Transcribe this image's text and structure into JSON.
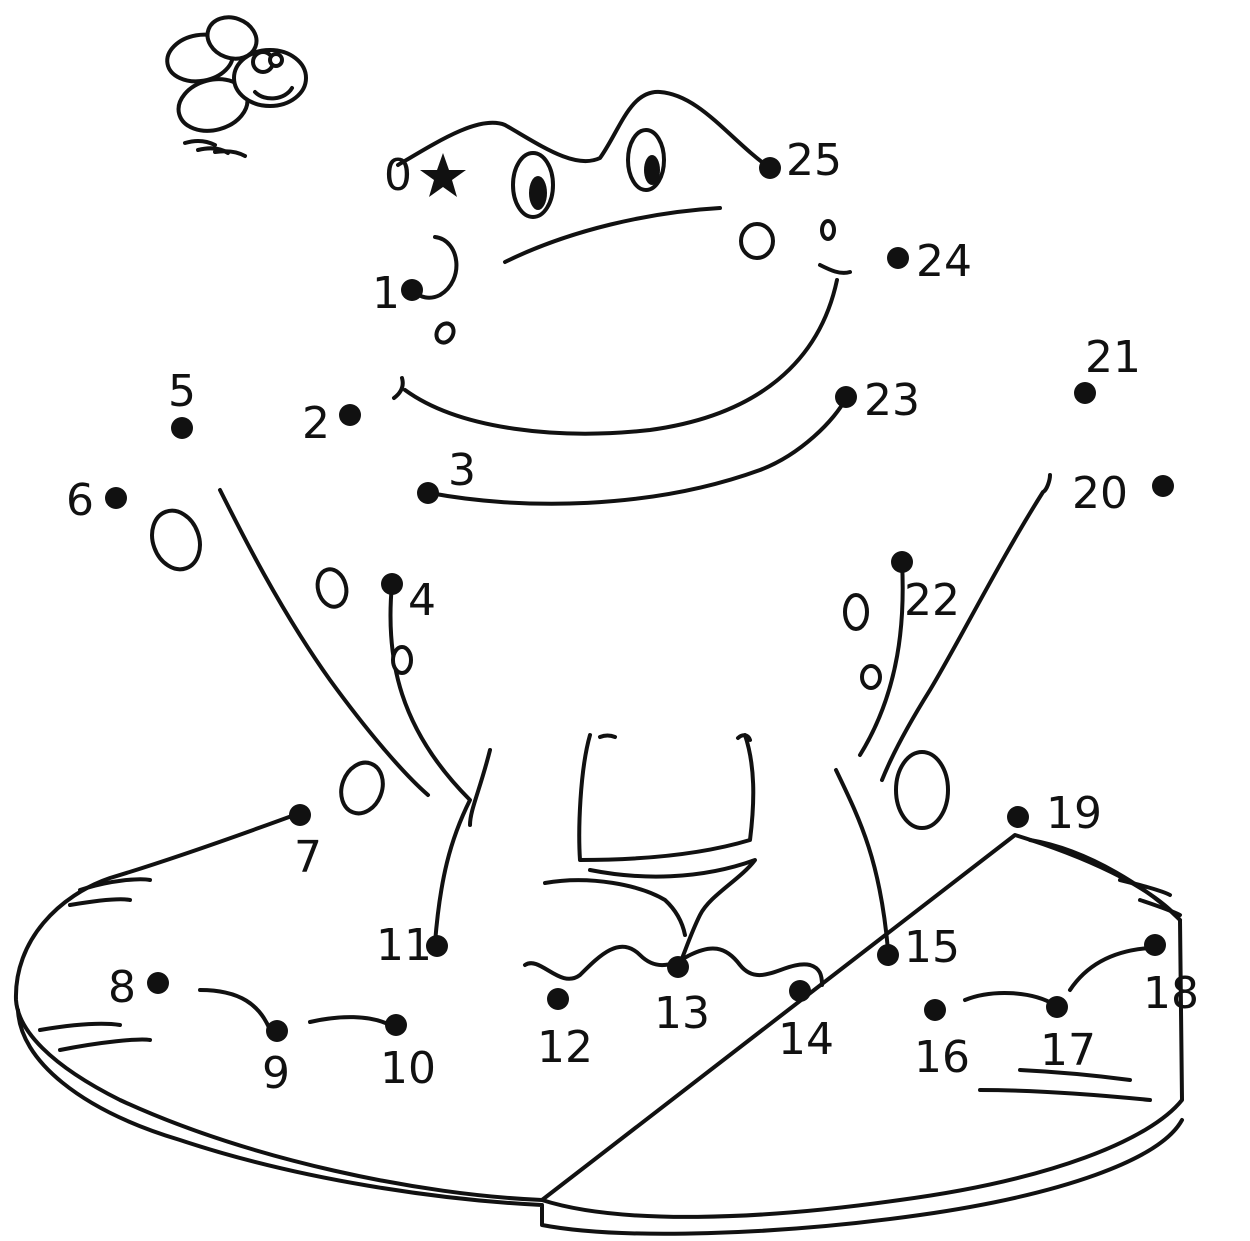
{
  "puzzle": {
    "start_marker": "star-icon",
    "dots": [
      {
        "n": 0,
        "label": "0"
      },
      {
        "n": 1,
        "label": "1"
      },
      {
        "n": 2,
        "label": "2"
      },
      {
        "n": 3,
        "label": "3"
      },
      {
        "n": 4,
        "label": "4"
      },
      {
        "n": 5,
        "label": "5"
      },
      {
        "n": 6,
        "label": "6"
      },
      {
        "n": 7,
        "label": "7"
      },
      {
        "n": 8,
        "label": "8"
      },
      {
        "n": 9,
        "label": "9"
      },
      {
        "n": 10,
        "label": "10"
      },
      {
        "n": 11,
        "label": "11"
      },
      {
        "n": 12,
        "label": "12"
      },
      {
        "n": 13,
        "label": "13"
      },
      {
        "n": 14,
        "label": "14"
      },
      {
        "n": 15,
        "label": "15"
      },
      {
        "n": 16,
        "label": "16"
      },
      {
        "n": 17,
        "label": "17"
      },
      {
        "n": 18,
        "label": "18"
      },
      {
        "n": 19,
        "label": "19"
      },
      {
        "n": 20,
        "label": "20"
      },
      {
        "n": 21,
        "label": "21"
      },
      {
        "n": 22,
        "label": "22"
      },
      {
        "n": 23,
        "label": "23"
      },
      {
        "n": 24,
        "label": "24"
      },
      {
        "n": 25,
        "label": "25"
      }
    ]
  },
  "illustration": {
    "subject": "frog-on-lily-pad",
    "extras": [
      "fly-icon"
    ],
    "line_color": "#111111",
    "background": "#ffffff"
  }
}
